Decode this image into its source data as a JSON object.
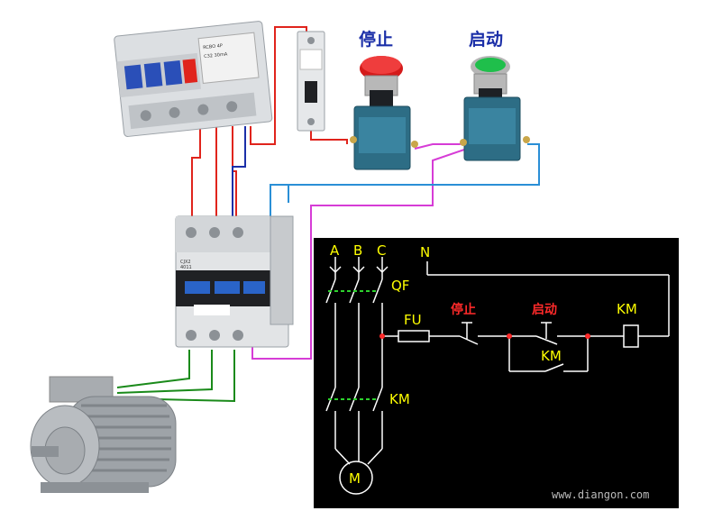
{
  "buttons": {
    "stop_label": "停止",
    "start_label": "启动"
  },
  "schematic": {
    "phase_a": "A",
    "phase_b": "B",
    "phase_c": "C",
    "neutral": "N",
    "breaker": "QF",
    "fuse": "FU",
    "stop": "停止",
    "start": "启动",
    "coil": "KM",
    "hold_contact": "KM",
    "main_contacts": "KM",
    "motor": "M"
  },
  "contactor_plate": {
    "model": "CJX2",
    "sub": "4011"
  },
  "watermark": "www.diangon.com",
  "colors": {
    "wire_red": "#e0241c",
    "wire_blue": "#1b2fa8",
    "wire_lightblue": "#2a8fd6",
    "wire_magenta": "#d63cd6",
    "wire_green": "#1a8a1a",
    "schematic_bg": "#000000",
    "schematic_line": "#ffffff",
    "schematic_label": "#ffff00",
    "schematic_accent": "#ff2a2a"
  }
}
